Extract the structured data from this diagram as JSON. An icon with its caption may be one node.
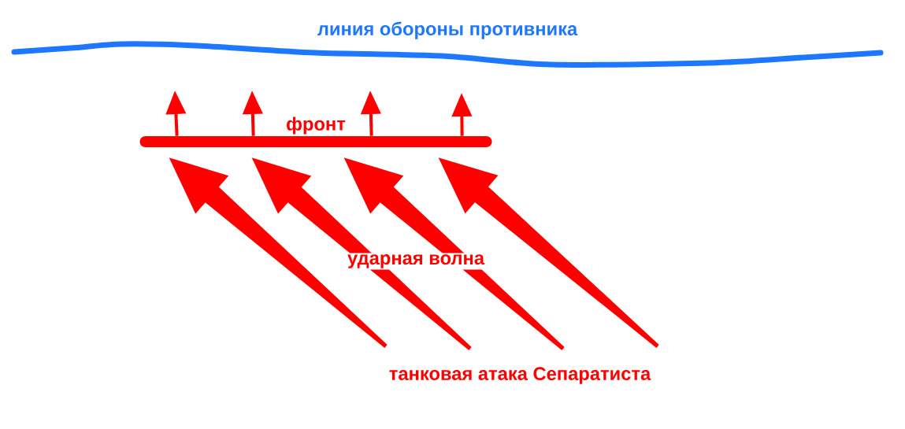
{
  "diagram": {
    "nodes": [
      {
        "text": [
          "линия обороны противника"
        ]
      },
      {
        "text": [
          "фронт"
        ]
      }
    ],
    "edges": [
      {
        "from": 1,
        "to": null,
        "arrow": "to"
      },
      {
        "from": 1,
        "to": null,
        "arrow": "to"
      },
      {
        "from": 1,
        "to": null,
        "arrow": "to"
      },
      {
        "from": 1,
        "to": null,
        "arrow": "to"
      },
      {
        "from": null,
        "to": 1,
        "arrow": "to",
        "style": "thick"
      },
      {
        "from": null,
        "to": 1,
        "arrow": "to",
        "style": "thick"
      },
      {
        "from": null,
        "to": 1,
        "arrow": "to",
        "style": "thick"
      },
      {
        "from": null,
        "to": 1,
        "arrow": "to",
        "style": "thick"
      }
    ],
    "labels": [
      "ударная волна",
      "танковая атака Сепаратиста"
    ]
  }
}
